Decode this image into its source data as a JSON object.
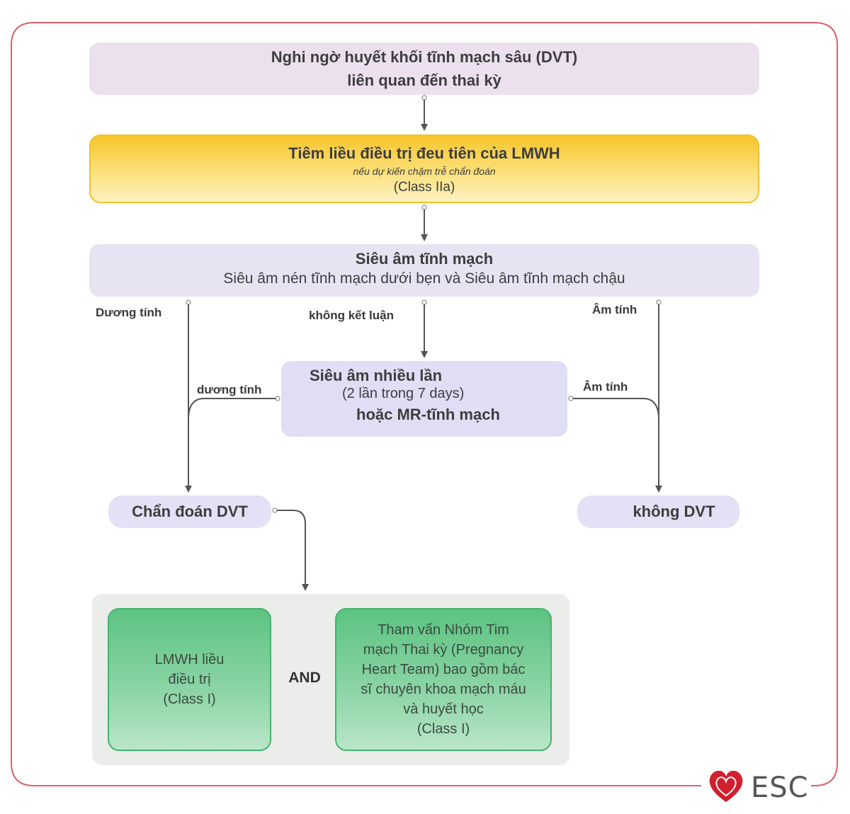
{
  "nodes": {
    "suspicion": {
      "line1": "Nghi ngờ huyết khối tĩnh mạch sâu (DVT)",
      "line2": "liên quan đến thai kỳ"
    },
    "first_dose": {
      "line1": "Tiêm liều điều trị đeu tiên của LMWH",
      "line2": "nếu dự kiến chậm trễ chẩn đoán",
      "line3": "(Class IIa)"
    },
    "ultrasound": {
      "line1": "Siêu âm tĩnh mạch",
      "line2": "Siêu âm nén tĩnh mạch dưới bẹn và Siêu âm tĩnh mạch chậu"
    },
    "repeat": {
      "line1": "Siêu âm nhiều lần",
      "line2": "(2 lần trong 7 days)",
      "line3": "hoặc MR-tĩnh mạch"
    },
    "dvt_diagnosed": "Chẩn đoán DVT",
    "no_dvt": "không DVT",
    "treatment": {
      "line1": "LMWH liều",
      "line2": "điều trị",
      "line3": "(Class I)"
    },
    "and": "AND",
    "consult": {
      "line1": "Tham vấn Nhóm Tim",
      "line2": "mạch Thai kỳ (Pregnancy",
      "line3": "Heart Team) bao gồm bác",
      "line4": "sĩ chuyên khoa mạch máu",
      "line5": "và huyết học",
      "line6": "(Class I)"
    }
  },
  "edge_labels": {
    "positive_left": "Dương tính",
    "inconclusive": "không kết luận",
    "negative_right": "Âm tính",
    "positive_repeat": "dương tính",
    "negative_repeat": "Âm tính"
  },
  "logo": {
    "text": "ESC"
  },
  "colors": {
    "frame": "#d8636e",
    "lavender": "#ece0ef",
    "yellow": "#f7c52c",
    "green": "#5cc382",
    "arrow": "#555555",
    "heart": "#d01f2e"
  }
}
